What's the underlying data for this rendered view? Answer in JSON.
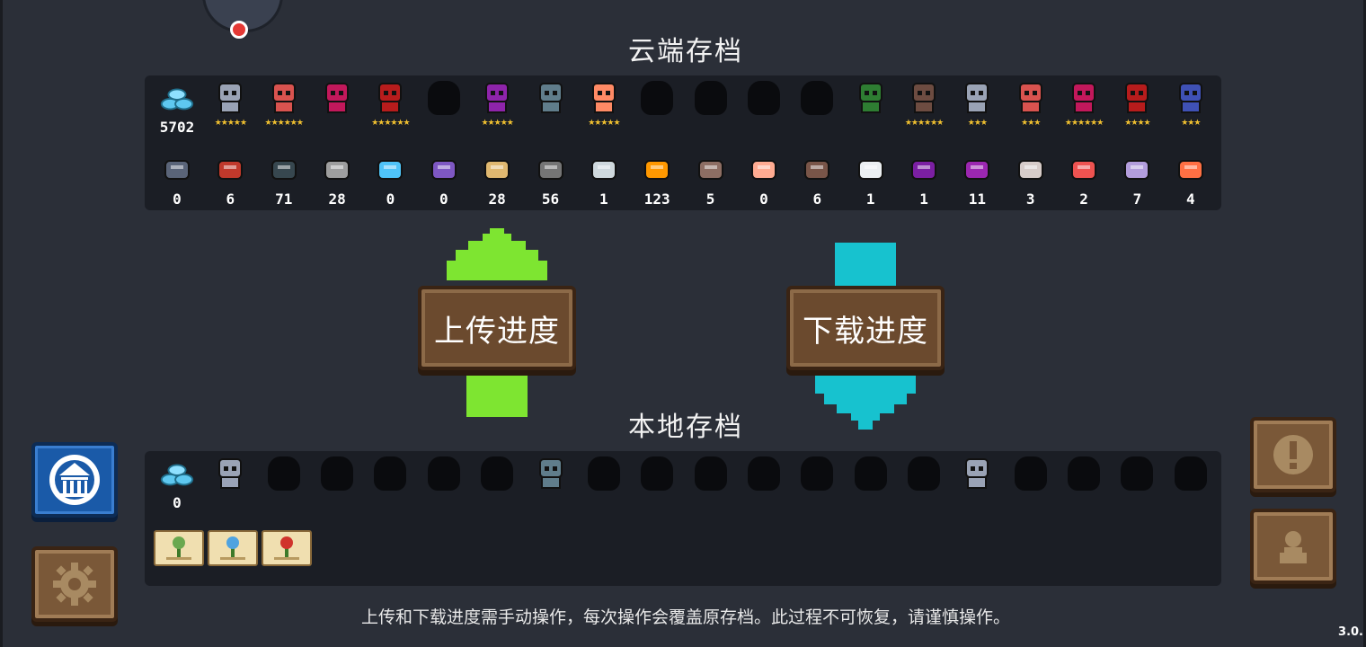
{
  "titles": {
    "cloud": "云端存档",
    "local": "本地存档"
  },
  "buttons": {
    "upload": "上传进度",
    "download": "下载进度"
  },
  "disclaimer": "上传和下载进度需手动操作，每次操作会覆盖原存档。此过程不可恢复，请谨慎操作。",
  "version": "3.0.",
  "colors": {
    "upload_arrow": "#7ee531",
    "download_arrow": "#17c2cf",
    "panel_bg": "#1b1e25",
    "wood": "#6b4a2e"
  },
  "cloud": {
    "gems": "5702",
    "characters": [
      {
        "name": "knight",
        "unlocked": true,
        "stars": "★★★★★"
      },
      {
        "name": "rogue",
        "unlocked": true,
        "stars": "★★★★★★"
      },
      {
        "name": "wizard",
        "unlocked": true,
        "stars": ""
      },
      {
        "name": "assassin",
        "unlocked": true,
        "stars": "★★★★★★"
      },
      {
        "name": "locked-1",
        "unlocked": false,
        "stars": ""
      },
      {
        "name": "engineer",
        "unlocked": true,
        "stars": "★★★★★"
      },
      {
        "name": "vampire",
        "unlocked": true,
        "stars": ""
      },
      {
        "name": "paladin",
        "unlocked": true,
        "stars": "★★★★★"
      },
      {
        "name": "locked-2",
        "unlocked": false,
        "stars": ""
      },
      {
        "name": "locked-3",
        "unlocked": false,
        "stars": ""
      },
      {
        "name": "locked-4",
        "unlocked": false,
        "stars": ""
      },
      {
        "name": "locked-5",
        "unlocked": false,
        "stars": ""
      },
      {
        "name": "werewolf",
        "unlocked": true,
        "stars": ""
      },
      {
        "name": "berserker",
        "unlocked": true,
        "stars": "★★★★★★"
      },
      {
        "name": "demon",
        "unlocked": true,
        "stars": "★★★"
      },
      {
        "name": "officer",
        "unlocked": true,
        "stars": "★★★"
      },
      {
        "name": "taoist",
        "unlocked": true,
        "stars": "★★★★★★"
      },
      {
        "name": "chest",
        "unlocked": true,
        "stars": "★★★★"
      },
      {
        "name": "book",
        "unlocked": true,
        "stars": "★★★"
      }
    ],
    "materials": [
      {
        "icon": "fish-coin-icon",
        "count": "0"
      },
      {
        "icon": "id-card-icon",
        "count": "6"
      },
      {
        "icon": "battery-icon",
        "count": "71"
      },
      {
        "icon": "ore-icon",
        "count": "28"
      },
      {
        "icon": "feather-icon",
        "count": "0"
      },
      {
        "icon": "phone-icon",
        "count": "0"
      },
      {
        "icon": "wood-plank-icon",
        "count": "28"
      },
      {
        "icon": "gear-part-icon",
        "count": "56"
      },
      {
        "icon": "blueprint-box-icon",
        "count": "1"
      },
      {
        "icon": "orange-gem-icon",
        "count": "123"
      },
      {
        "icon": "machine-icon",
        "count": "5"
      },
      {
        "icon": "robot-head-icon",
        "count": "0"
      },
      {
        "icon": "hammer-icon",
        "count": "6"
      },
      {
        "icon": "silver-plate-icon",
        "count": "1"
      },
      {
        "icon": "purple-plate-icon",
        "count": "1"
      },
      {
        "icon": "purple-crystal-icon",
        "count": "11"
      },
      {
        "icon": "scroll-icon",
        "count": "3"
      },
      {
        "icon": "gadget-icon",
        "count": "2"
      },
      {
        "icon": "star-crystal-icon",
        "count": "7"
      },
      {
        "icon": "fire-crystal-icon",
        "count": "4"
      }
    ]
  },
  "local": {
    "gems": "0",
    "characters": [
      {
        "name": "knight",
        "unlocked": true
      },
      {
        "name": "locked-a",
        "unlocked": false
      },
      {
        "name": "locked-b",
        "unlocked": false
      },
      {
        "name": "locked-c",
        "unlocked": false
      },
      {
        "name": "locked-d",
        "unlocked": false
      },
      {
        "name": "locked-e",
        "unlocked": false
      },
      {
        "name": "vampire",
        "unlocked": true
      },
      {
        "name": "locked-f",
        "unlocked": false
      },
      {
        "name": "locked-g",
        "unlocked": false
      },
      {
        "name": "locked-h",
        "unlocked": false
      },
      {
        "name": "locked-i",
        "unlocked": false
      },
      {
        "name": "locked-j",
        "unlocked": false
      },
      {
        "name": "locked-k",
        "unlocked": false
      },
      {
        "name": "locked-l",
        "unlocked": false
      },
      {
        "name": "demon",
        "unlocked": true
      },
      {
        "name": "locked-m",
        "unlocked": false
      },
      {
        "name": "locked-n",
        "unlocked": false
      },
      {
        "name": "locked-o",
        "unlocked": false
      },
      {
        "name": "locked-p",
        "unlocked": false
      }
    ],
    "plant_cards": [
      "grass-plant-icon",
      "blue-flower-icon",
      "red-flower-icon"
    ]
  },
  "side_icons": {
    "museum": "museum-icon",
    "settings": "settings-gear-icon",
    "notice": "exclamation-icon",
    "account": "person-icon"
  }
}
